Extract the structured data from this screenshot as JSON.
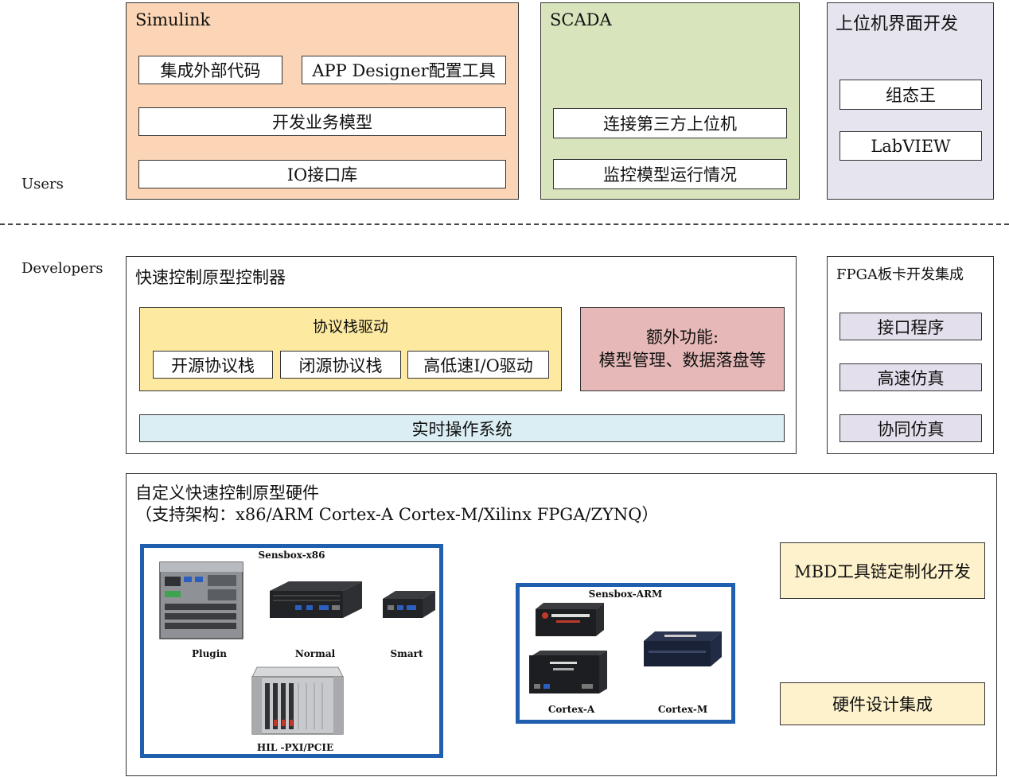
{
  "left_labels": {
    "users": "Users",
    "developers": "Developers"
  },
  "simulink": {
    "title": "Simulink",
    "items": [
      "集成外部代码",
      "APP Designer配置工具",
      "开发业务模型",
      "IO接口库"
    ]
  },
  "scada": {
    "title": "SCADA",
    "items": [
      "连接第三方上位机",
      "监控模型运行情况"
    ]
  },
  "host_ui": {
    "title": "上位机界面开发",
    "items": [
      "组态王",
      "LabVIEW"
    ]
  },
  "rcp_controller": {
    "title": "快速控制原型控制器",
    "protocol": {
      "title": "协议栈驱动",
      "items": [
        "开源协议栈",
        "闭源协议栈",
        "高低速I/O驱动"
      ]
    },
    "extra": {
      "line1": "额外功能:",
      "line2": "模型管理、数据落盘等"
    },
    "rtos": "实时操作系统"
  },
  "fpga": {
    "title": "FPGA板卡开发集成",
    "items": [
      "接口程序",
      "高速仿真",
      "协同仿真"
    ]
  },
  "hardware": {
    "title": "自定义快速控制原型硬件",
    "subtitle": "（支持架构：x86/ARM Cortex-A Cortex-M/Xilinx FPGA/ZYNQ）",
    "x86": {
      "title": "Sensbox-x86",
      "captions": [
        "Plugin",
        "Normal",
        "Smart",
        "HIL -PXI/PCIE"
      ]
    },
    "arm": {
      "title": "Sensbox-ARM",
      "captions": [
        "Cortex-A",
        "Cortex-M"
      ]
    },
    "side": [
      "MBD工具链定制化开发",
      "硬件设计集成"
    ]
  },
  "colors": {
    "simulink_bg": "#fbd5b5",
    "scada_bg": "#d7e4bc",
    "host_bg": "#e6e4ee",
    "protocol_bg": "#fde9a0",
    "extra_bg": "#e6b9b8",
    "rtos_bg": "#dbeef3",
    "fpga_item_bg": "#e4dfec",
    "hw_side_bg": "#fef2cc",
    "photo_frame": "#1f5fae"
  }
}
